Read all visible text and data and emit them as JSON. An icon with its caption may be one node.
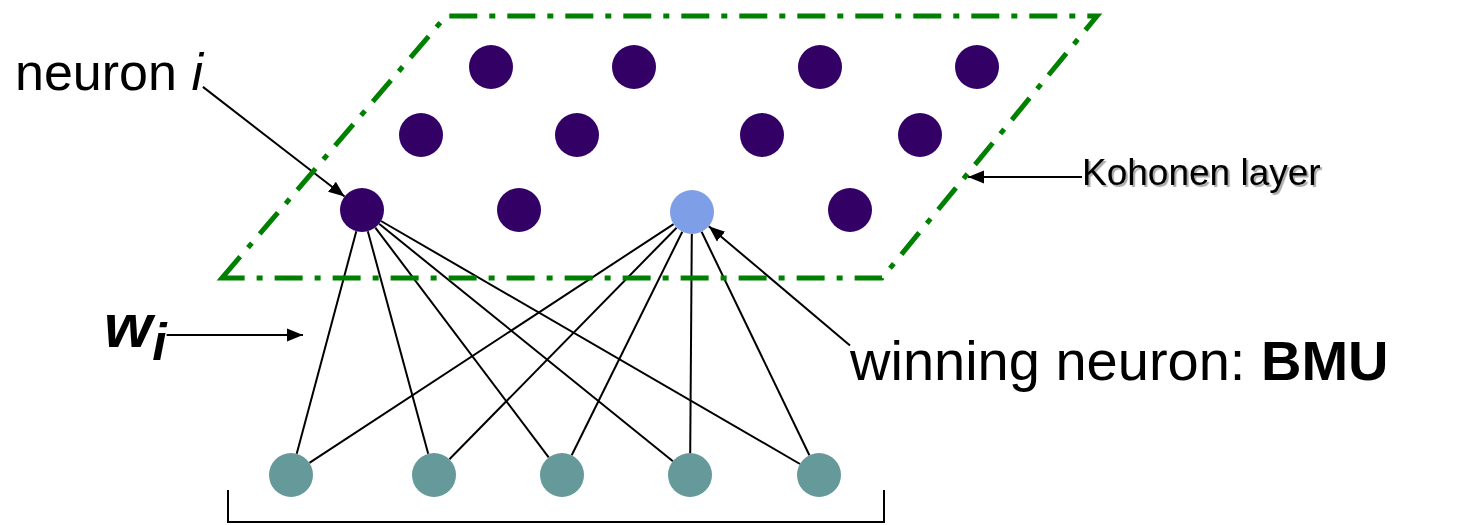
{
  "diagram": {
    "nodes": [
      {
        "text": [],
        "shape": "parallelogram"
      },
      {
        "text": [],
        "shape": "circle",
        "in": 0
      },
      {
        "text": [],
        "shape": "circle",
        "in": 0
      },
      {
        "text": [],
        "shape": "circle",
        "in": 0
      },
      {
        "text": [],
        "shape": "circle",
        "in": 0
      },
      {
        "text": [],
        "shape": "circle",
        "in": 0
      },
      {
        "text": [],
        "shape": "circle",
        "in": 0
      },
      {
        "text": [],
        "shape": "circle",
        "in": 0
      },
      {
        "text": [],
        "shape": "circle",
        "in": 0
      },
      {
        "text": [],
        "shape": "circle",
        "in": 0
      },
      {
        "text": [],
        "shape": "circle",
        "in": 0
      },
      {
        "text": [],
        "shape": "circle",
        "in": 0
      },
      {
        "text": [],
        "shape": "circle",
        "in": 0
      },
      {
        "text": [],
        "shape": "circle"
      },
      {
        "text": [],
        "shape": "circle"
      },
      {
        "text": [],
        "shape": "circle"
      },
      {
        "text": [],
        "shape": "circle"
      },
      {
        "text": [],
        "shape": "circle"
      },
      {
        "text": [
          "neuron *i*"
        ]
      },
      {
        "text": [
          "w$_{i}$"
        ]
      },
      {
        "text": [
          "Kohonen layer"
        ]
      },
      {
        "text": [
          "winning neuron: **BMU**"
        ]
      }
    ],
    "edges": [
      {
        "from": 9,
        "to": 13,
        "arrow": "none"
      },
      {
        "from": 9,
        "to": 14,
        "arrow": "none"
      },
      {
        "from": 9,
        "to": 15,
        "arrow": "none"
      },
      {
        "from": 9,
        "to": 16,
        "arrow": "none"
      },
      {
        "from": 9,
        "to": 17,
        "arrow": "none"
      },
      {
        "from": 11,
        "to": 13,
        "arrow": "none"
      },
      {
        "from": 11,
        "to": 14,
        "arrow": "none"
      },
      {
        "from": 11,
        "to": 15,
        "arrow": "none"
      },
      {
        "from": 11,
        "to": 16,
        "arrow": "none"
      },
      {
        "from": 11,
        "to": 17,
        "arrow": "none"
      },
      {
        "from": 18,
        "to": 9,
        "arrow": "to"
      },
      {
        "from": 19,
        "to": null,
        "arrow": "to"
      },
      {
        "from": 20,
        "to": 0,
        "arrow": "to"
      },
      {
        "from": 21,
        "to": 11,
        "arrow": "to"
      }
    ]
  }
}
